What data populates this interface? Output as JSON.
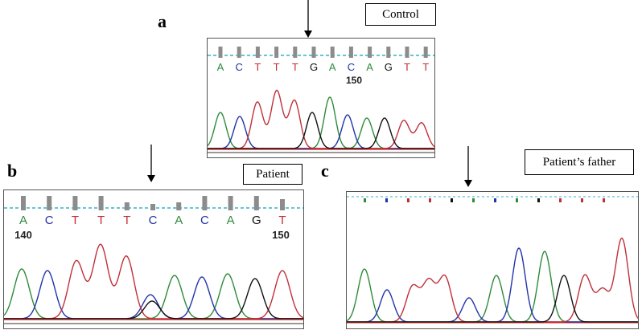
{
  "panels": {
    "a": {
      "letter": "a",
      "label": "Control",
      "bases": [
        "A",
        "C",
        "T",
        "T",
        "T",
        "G",
        "A",
        "C",
        "A",
        "G",
        "T",
        "T"
      ],
      "position_label": "150"
    },
    "b": {
      "letter": "b",
      "label": "Patient",
      "bases": [
        "A",
        "C",
        "T",
        "T",
        "T",
        "C",
        "A",
        "C",
        "A",
        "G",
        "T"
      ],
      "position_start": "140",
      "position_end": "150"
    },
    "c": {
      "letter": "c",
      "label": "Patient’s father"
    }
  },
  "colors": {
    "A": "#2e8b3a",
    "C": "#2233aa",
    "G": "#111111",
    "T": "#c0303a",
    "quality_bar": "#8c8c8c",
    "dashed_line": "#2fb3c8",
    "baseline": "#cc2222"
  }
}
